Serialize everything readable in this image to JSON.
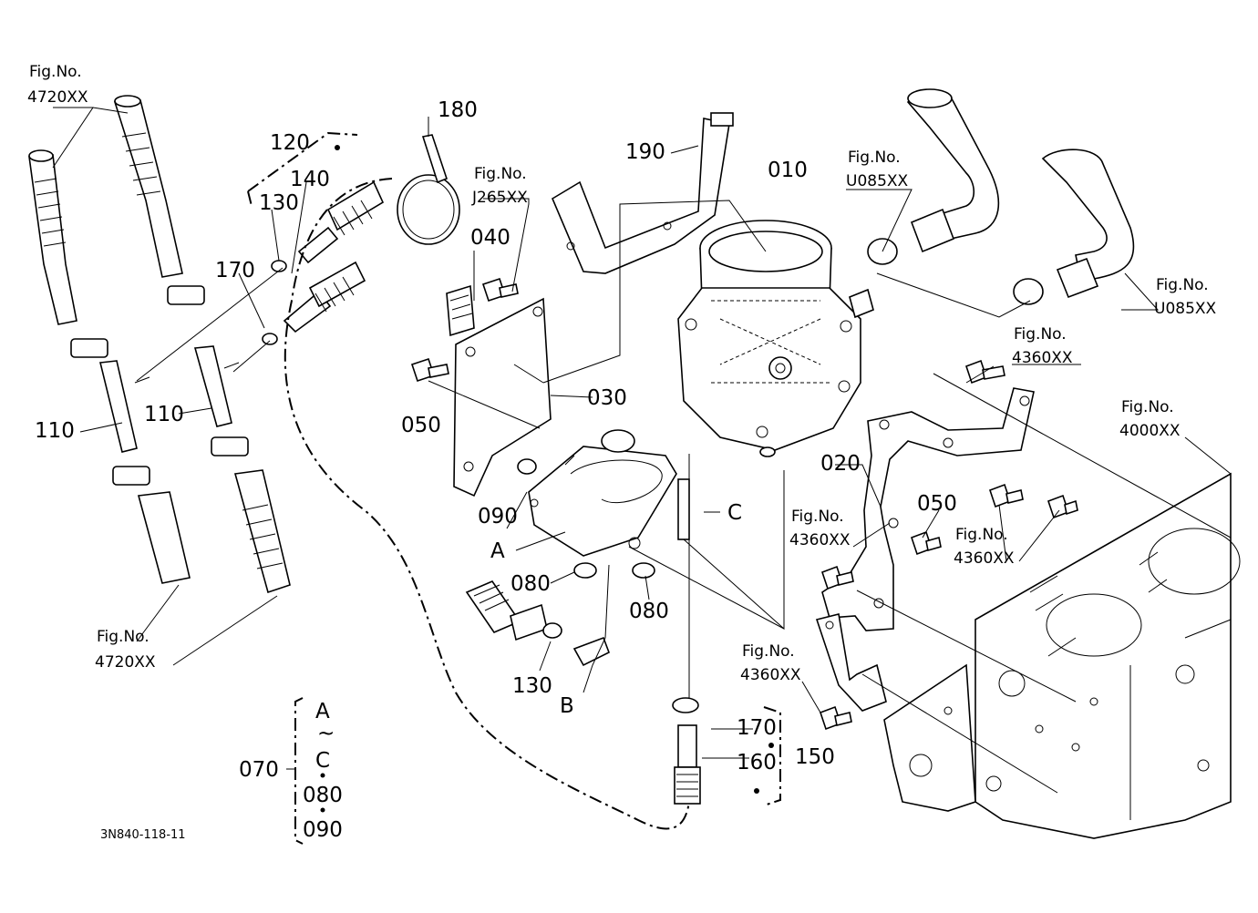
{
  "labels": {
    "fig_4720_top": [
      "Fig.No.",
      "4720XX"
    ],
    "fig_4720_bottom": [
      "Fig.No.",
      "4720XX"
    ],
    "fig_j265": [
      "Fig.No.",
      "J265XX"
    ],
    "fig_u085_a": [
      "Fig.No.",
      "U085XX"
    ],
    "fig_u085_b": [
      "Fig.No.",
      "U085XX"
    ],
    "fig_4360_a": [
      "Fig.No.",
      "4360XX"
    ],
    "fig_4360_b": [
      "Fig.No.",
      "4360XX"
    ],
    "fig_4360_c": [
      "Fig.No.",
      "4360XX"
    ],
    "fig_4360_d": [
      "Fig.No.",
      "4360XX"
    ],
    "fig_4000": [
      "Fig.No.",
      "4000XX"
    ]
  },
  "parts": {
    "p010": "010",
    "p020": "020",
    "p030": "030",
    "p040": "040",
    "p050a": "050",
    "p050b": "050",
    "p070": "070",
    "p080a": "080",
    "p080b": "080",
    "p090": "090",
    "p110a": "110",
    "p110b": "110",
    "p120": "120",
    "p130a": "130",
    "p130b": "130",
    "p140": "140",
    "p150": "150",
    "p160": "160",
    "p170a": "170",
    "p170b": "170",
    "p180": "180",
    "p190": "190"
  },
  "refs": {
    "A": "A",
    "B": "B",
    "C": "C"
  },
  "kit_070": [
    "A",
    "~",
    "C",
    "080",
    "090"
  ],
  "drawing_code": "3N840-118-11"
}
